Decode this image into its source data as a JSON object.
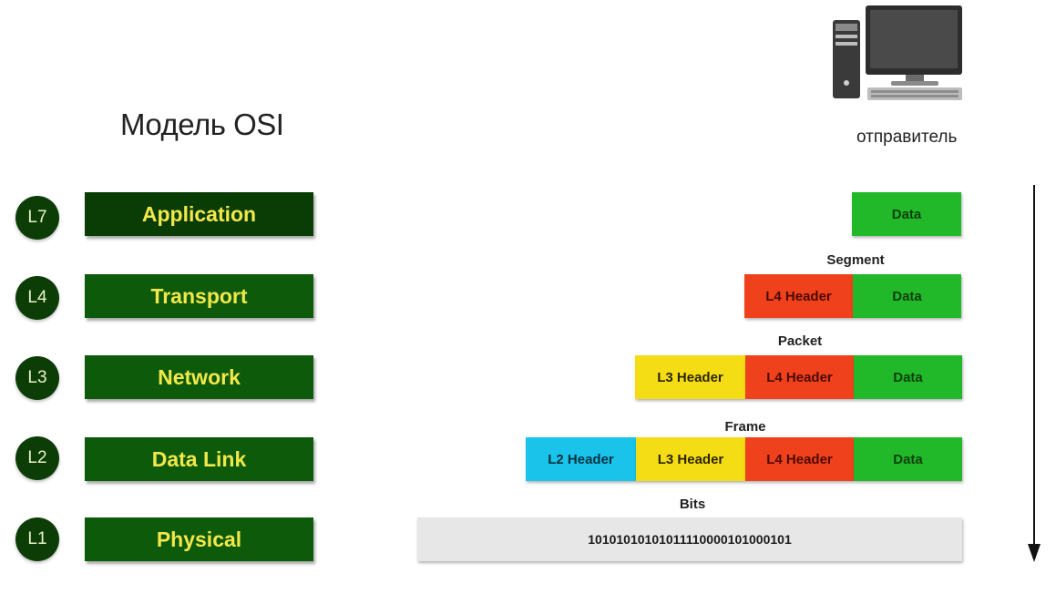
{
  "title": "Модель OSI",
  "sender_label": "отправитель",
  "layers": [
    {
      "badge": "L7",
      "name": "Application"
    },
    {
      "badge": "L4",
      "name": "Transport"
    },
    {
      "badge": "L3",
      "name": "Network"
    },
    {
      "badge": "L2",
      "name": "Data Link"
    },
    {
      "badge": "L1",
      "name": "Physical"
    }
  ],
  "pdu_labels": {
    "segment": "Segment",
    "packet": "Packet",
    "frame": "Frame",
    "bits": "Bits"
  },
  "blocks": {
    "data": "Data",
    "l4_header": "L4 Header",
    "l3_header": "L3 Header",
    "l2_header": "L2 Header",
    "bit_string": "10101010101011110000101000101"
  },
  "colors": {
    "layer_green": "#0d5a0a",
    "layer_text": "#f2e84a",
    "data": "#21b829",
    "l4_header": "#f0411d",
    "l3_header": "#f5dd16",
    "l2_header": "#19c3ea",
    "bits": "#e7e7e7"
  },
  "icons": {
    "computer": "desktop-computer-icon",
    "arrow": "down-arrow-icon"
  }
}
